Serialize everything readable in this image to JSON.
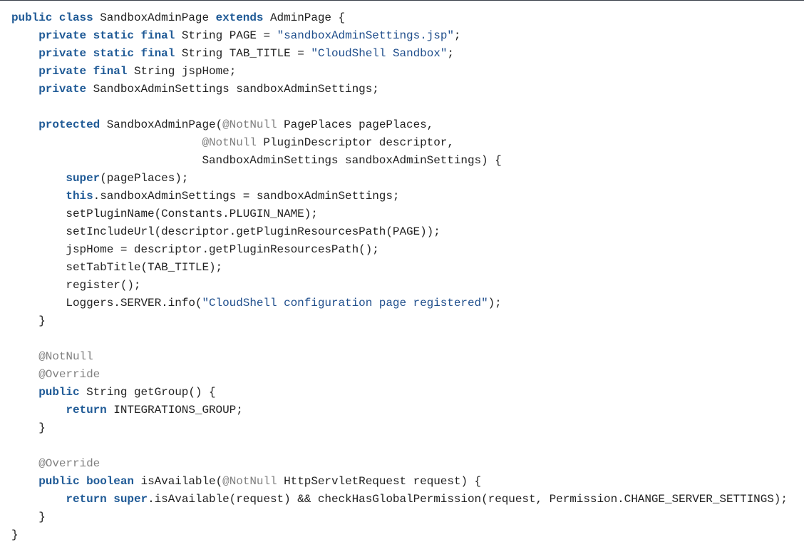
{
  "code_view": {
    "language": "java",
    "colors": {
      "keyword": "#1f5a96",
      "string": "#1f4e8c",
      "annotation": "#808080",
      "text": "#222222"
    },
    "lines": [
      [
        [
          "kw",
          "public"
        ],
        [
          "p",
          " "
        ],
        [
          "kw",
          "class"
        ],
        [
          "p",
          " SandboxAdminPage "
        ],
        [
          "kw",
          "extends"
        ],
        [
          "p",
          " AdminPage {"
        ]
      ],
      [
        [
          "p",
          "    "
        ],
        [
          "kw",
          "private"
        ],
        [
          "p",
          " "
        ],
        [
          "kw",
          "static"
        ],
        [
          "p",
          " "
        ],
        [
          "kw",
          "final"
        ],
        [
          "p",
          " String PAGE = "
        ],
        [
          "s",
          "\"sandboxAdminSettings.jsp\""
        ],
        [
          "p",
          ";"
        ]
      ],
      [
        [
          "p",
          "    "
        ],
        [
          "kw",
          "private"
        ],
        [
          "p",
          " "
        ],
        [
          "kw",
          "static"
        ],
        [
          "p",
          " "
        ],
        [
          "kw",
          "final"
        ],
        [
          "p",
          " String TAB_TITLE = "
        ],
        [
          "s",
          "\"CloudShell Sandbox\""
        ],
        [
          "p",
          ";"
        ]
      ],
      [
        [
          "p",
          "    "
        ],
        [
          "kw",
          "private"
        ],
        [
          "p",
          " "
        ],
        [
          "kw",
          "final"
        ],
        [
          "p",
          " String jspHome;"
        ]
      ],
      [
        [
          "p",
          "    "
        ],
        [
          "kw",
          "private"
        ],
        [
          "p",
          " SandboxAdminSettings sandboxAdminSettings;"
        ]
      ],
      [
        [
          "p",
          ""
        ]
      ],
      [
        [
          "p",
          "    "
        ],
        [
          "kw",
          "protected"
        ],
        [
          "p",
          " SandboxAdminPage("
        ],
        [
          "a",
          "@NotNull"
        ],
        [
          "p",
          " PagePlaces pagePlaces,"
        ]
      ],
      [
        [
          "p",
          "                            "
        ],
        [
          "a",
          "@NotNull"
        ],
        [
          "p",
          " PluginDescriptor descriptor,"
        ]
      ],
      [
        [
          "p",
          "                            SandboxAdminSettings sandboxAdminSettings) {"
        ]
      ],
      [
        [
          "p",
          "        "
        ],
        [
          "kw",
          "super"
        ],
        [
          "p",
          "(pagePlaces);"
        ]
      ],
      [
        [
          "p",
          "        "
        ],
        [
          "kw",
          "this"
        ],
        [
          "p",
          ".sandboxAdminSettings = sandboxAdminSettings;"
        ]
      ],
      [
        [
          "p",
          "        setPluginName(Constants.PLUGIN_NAME);"
        ]
      ],
      [
        [
          "p",
          "        setIncludeUrl(descriptor.getPluginResourcesPath(PAGE));"
        ]
      ],
      [
        [
          "p",
          "        jspHome = descriptor.getPluginResourcesPath();"
        ]
      ],
      [
        [
          "p",
          "        setTabTitle(TAB_TITLE);"
        ]
      ],
      [
        [
          "p",
          "        register();"
        ]
      ],
      [
        [
          "p",
          "        Loggers.SERVER.info("
        ],
        [
          "s",
          "\"CloudShell configuration page registered\""
        ],
        [
          "p",
          ");"
        ]
      ],
      [
        [
          "p",
          "    }"
        ]
      ],
      [
        [
          "p",
          ""
        ]
      ],
      [
        [
          "p",
          "    "
        ],
        [
          "a",
          "@NotNull"
        ]
      ],
      [
        [
          "p",
          "    "
        ],
        [
          "a",
          "@Override"
        ]
      ],
      [
        [
          "p",
          "    "
        ],
        [
          "kw",
          "public"
        ],
        [
          "p",
          " String getGroup() {"
        ]
      ],
      [
        [
          "p",
          "        "
        ],
        [
          "kw",
          "return"
        ],
        [
          "p",
          " INTEGRATIONS_GROUP;"
        ]
      ],
      [
        [
          "p",
          "    }"
        ]
      ],
      [
        [
          "p",
          ""
        ]
      ],
      [
        [
          "p",
          "    "
        ],
        [
          "a",
          "@Override"
        ]
      ],
      [
        [
          "p",
          "    "
        ],
        [
          "kw",
          "public"
        ],
        [
          "p",
          " "
        ],
        [
          "kw",
          "boolean"
        ],
        [
          "p",
          " isAvailable("
        ],
        [
          "a",
          "@NotNull"
        ],
        [
          "p",
          " HttpServletRequest request) {"
        ]
      ],
      [
        [
          "p",
          "        "
        ],
        [
          "kw",
          "return"
        ],
        [
          "p",
          " "
        ],
        [
          "kw",
          "super"
        ],
        [
          "p",
          ".isAvailable(request) && checkHasGlobalPermission(request, Permission.CHANGE_SERVER_SETTINGS);"
        ]
      ],
      [
        [
          "p",
          "    }"
        ]
      ],
      [
        [
          "p",
          "}"
        ]
      ]
    ]
  }
}
